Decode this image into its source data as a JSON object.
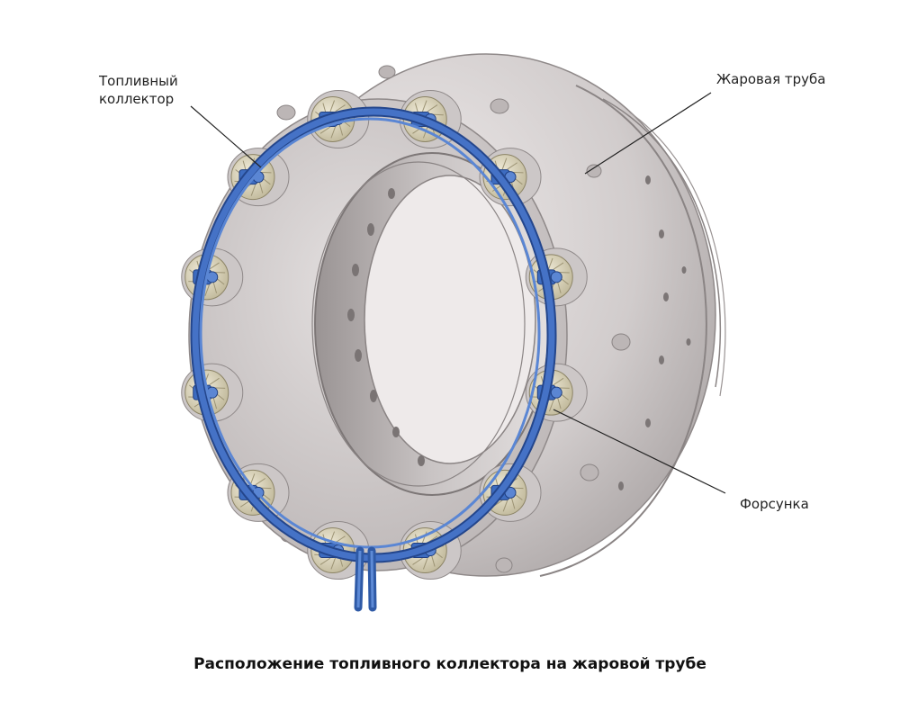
{
  "labels": {
    "manifold_line1": "Топливный",
    "manifold_line2": "коллектор",
    "flame_tube": "Жаровая труба",
    "injector": "Форсунка"
  },
  "caption": "Расположение топливного коллектора на жаровой трубе",
  "colors": {
    "tube": "#cdc8c8",
    "tube_shadow": "#9e9898",
    "manifold": "#3d6cc0",
    "swirler": "#e3dcc4"
  },
  "counts": {
    "injectors": 12,
    "injectors_per_side": 6
  }
}
